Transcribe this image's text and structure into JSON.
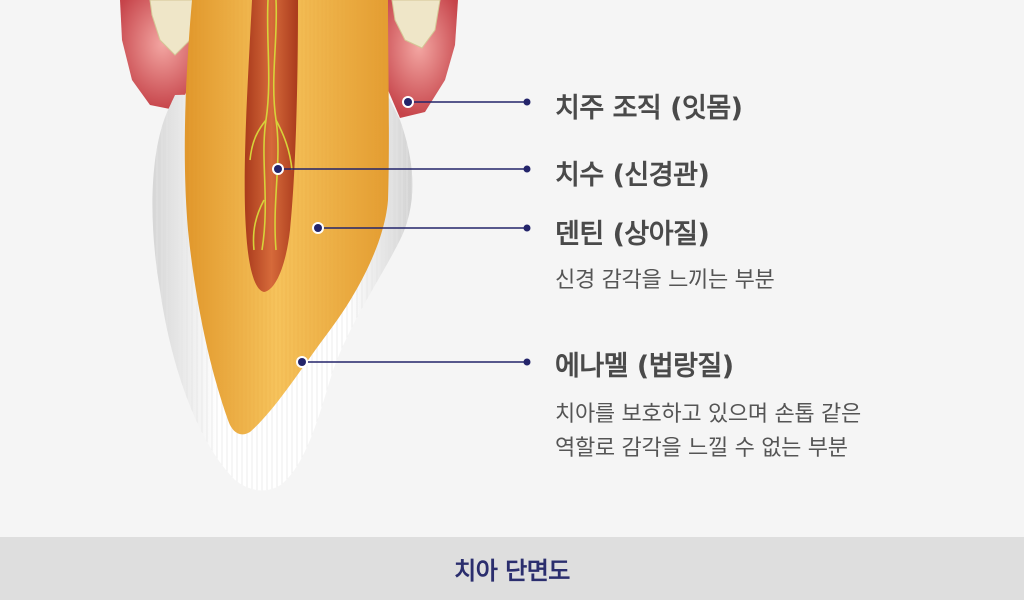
{
  "labels": {
    "periodontal": {
      "title": "치주 조직 (잇몸)"
    },
    "pulp": {
      "title": "치수 (신경관)"
    },
    "dentin": {
      "title": "덴틴 (상아질)",
      "desc": "신경 감각을 느끼는 부분"
    },
    "enamel": {
      "title": "에나멜 (법랑질)",
      "desc_line1": "치아를 보호하고 있으며 손톱 같은",
      "desc_line2": "역할로 감각을 느낄 수 없는 부분"
    }
  },
  "footer": {
    "title": "치아 단면도"
  },
  "colors": {
    "leader": "#23246a",
    "enamel": "#ffffff",
    "dentin": "#f0b24a",
    "pulp": "#c0502a",
    "gum": "#d45a5f",
    "bone": "#efe6c8",
    "footer_bg": "#dedede",
    "footer_text": "#2b2e6e"
  }
}
